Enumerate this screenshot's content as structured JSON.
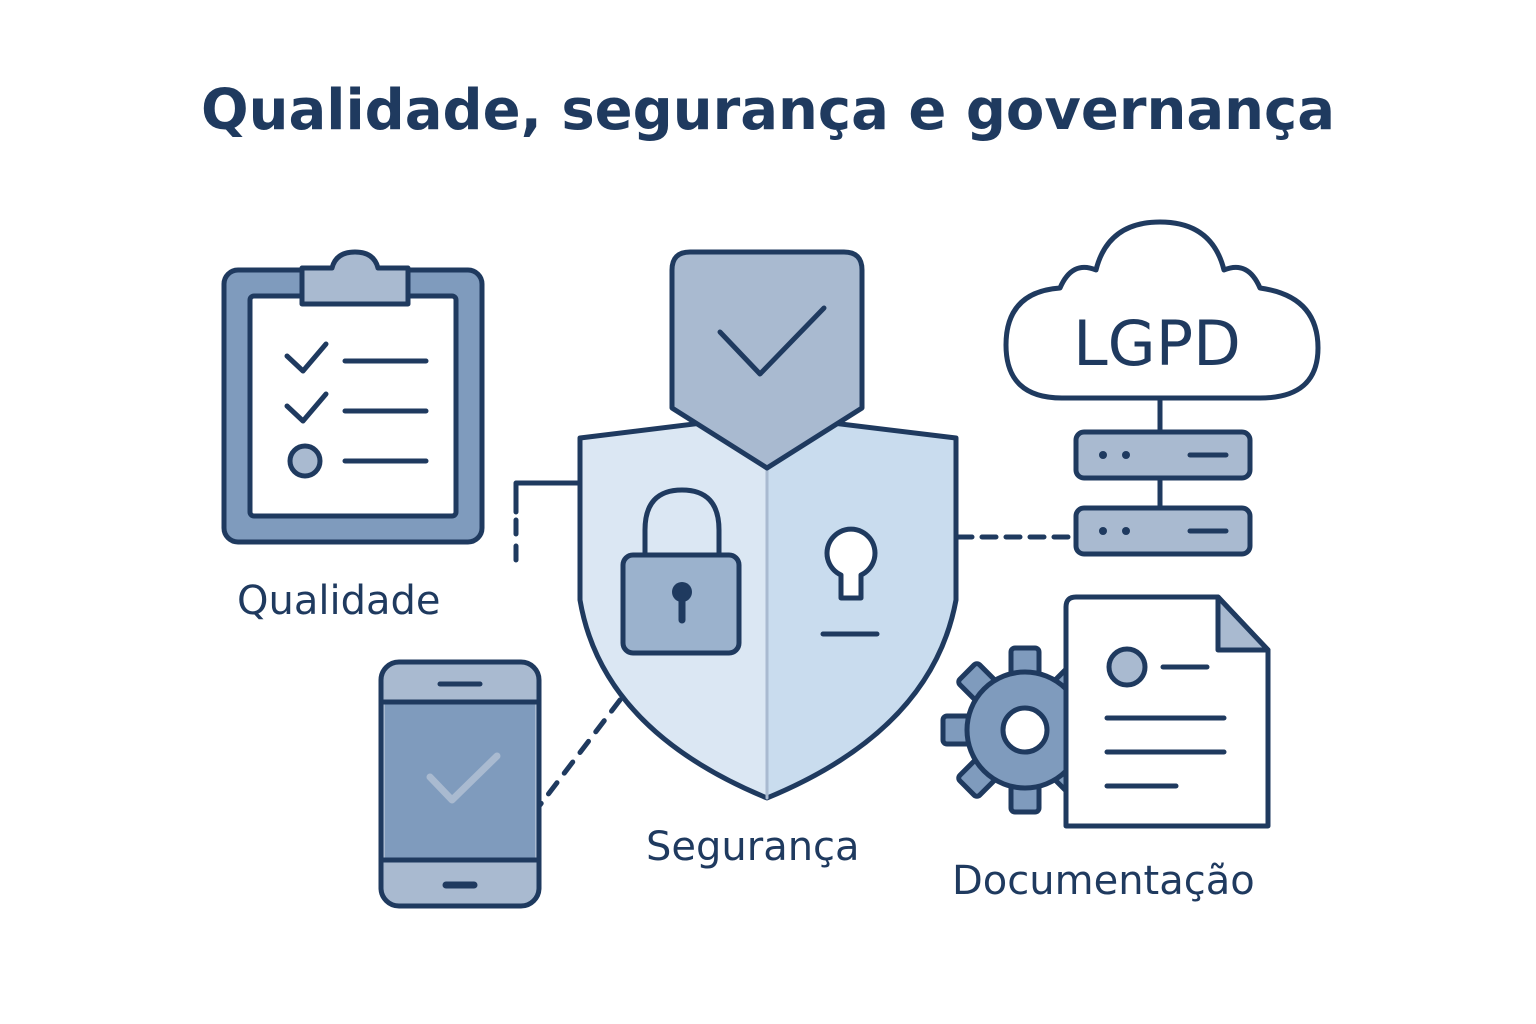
{
  "title": "Qualidade, segurança e governança",
  "labels": {
    "qualidade": "Qualidade",
    "seguranca": "Segurança",
    "documentacao": "Documentação"
  },
  "cloud_text": "LGPD",
  "colors": {
    "stroke": "#1f3a5f",
    "fill_dark": "#7f9bbd",
    "fill_mid": "#a9bad0",
    "fill_light": "#c9dcee",
    "fill_lighter": "#dbe7f3"
  },
  "icons": [
    "clipboard-checklist-icon",
    "shield-check-icon",
    "padlock-icon",
    "keyhole-icon",
    "cloud-icon",
    "server-icon",
    "smartphone-check-icon",
    "gear-icon",
    "document-icon"
  ]
}
